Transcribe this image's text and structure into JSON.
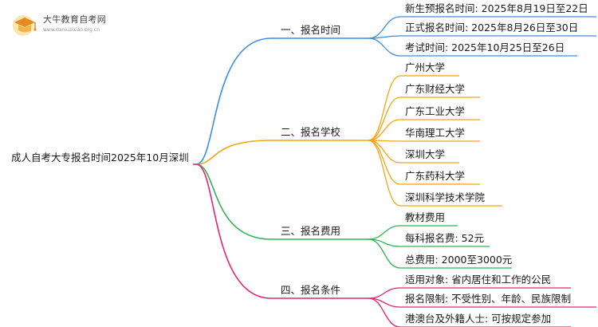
{
  "logo": {
    "title": "大牛教育自考网",
    "url": "www.daniuzixiao.org.cn",
    "icon": "graduation-cap-icon"
  },
  "root": "成人自考大专报名时间2025年10月深圳",
  "branches": [
    {
      "label": "一、报名时间",
      "color": "#3a8ee6",
      "items": [
        "新生预报名时间: 2025年8月19日至22日",
        "正式报名时间: 2025年8月26日至30日",
        "考试时间: 2025年10月25日至26日"
      ]
    },
    {
      "label": "二、报名学校",
      "color": "#f2a516",
      "items": [
        "广州大学",
        "广东财经大学",
        "广东工业大学",
        "华南理工大学",
        "深圳大学",
        "广东药科大学",
        "深圳科学技术学院"
      ]
    },
    {
      "label": "三、报名费用",
      "color": "#2fb457",
      "items": [
        "教材费用",
        "每科报名费: 52元",
        "总费用: 2000至3000元"
      ]
    },
    {
      "label": "四、报名条件",
      "color": "#e8236f",
      "items": [
        "适用对象: 省内居住和工作的公民",
        "报名限制: 不受性别、年龄、民族限制",
        "港澳台及外籍人士: 可按规定参加"
      ]
    }
  ]
}
